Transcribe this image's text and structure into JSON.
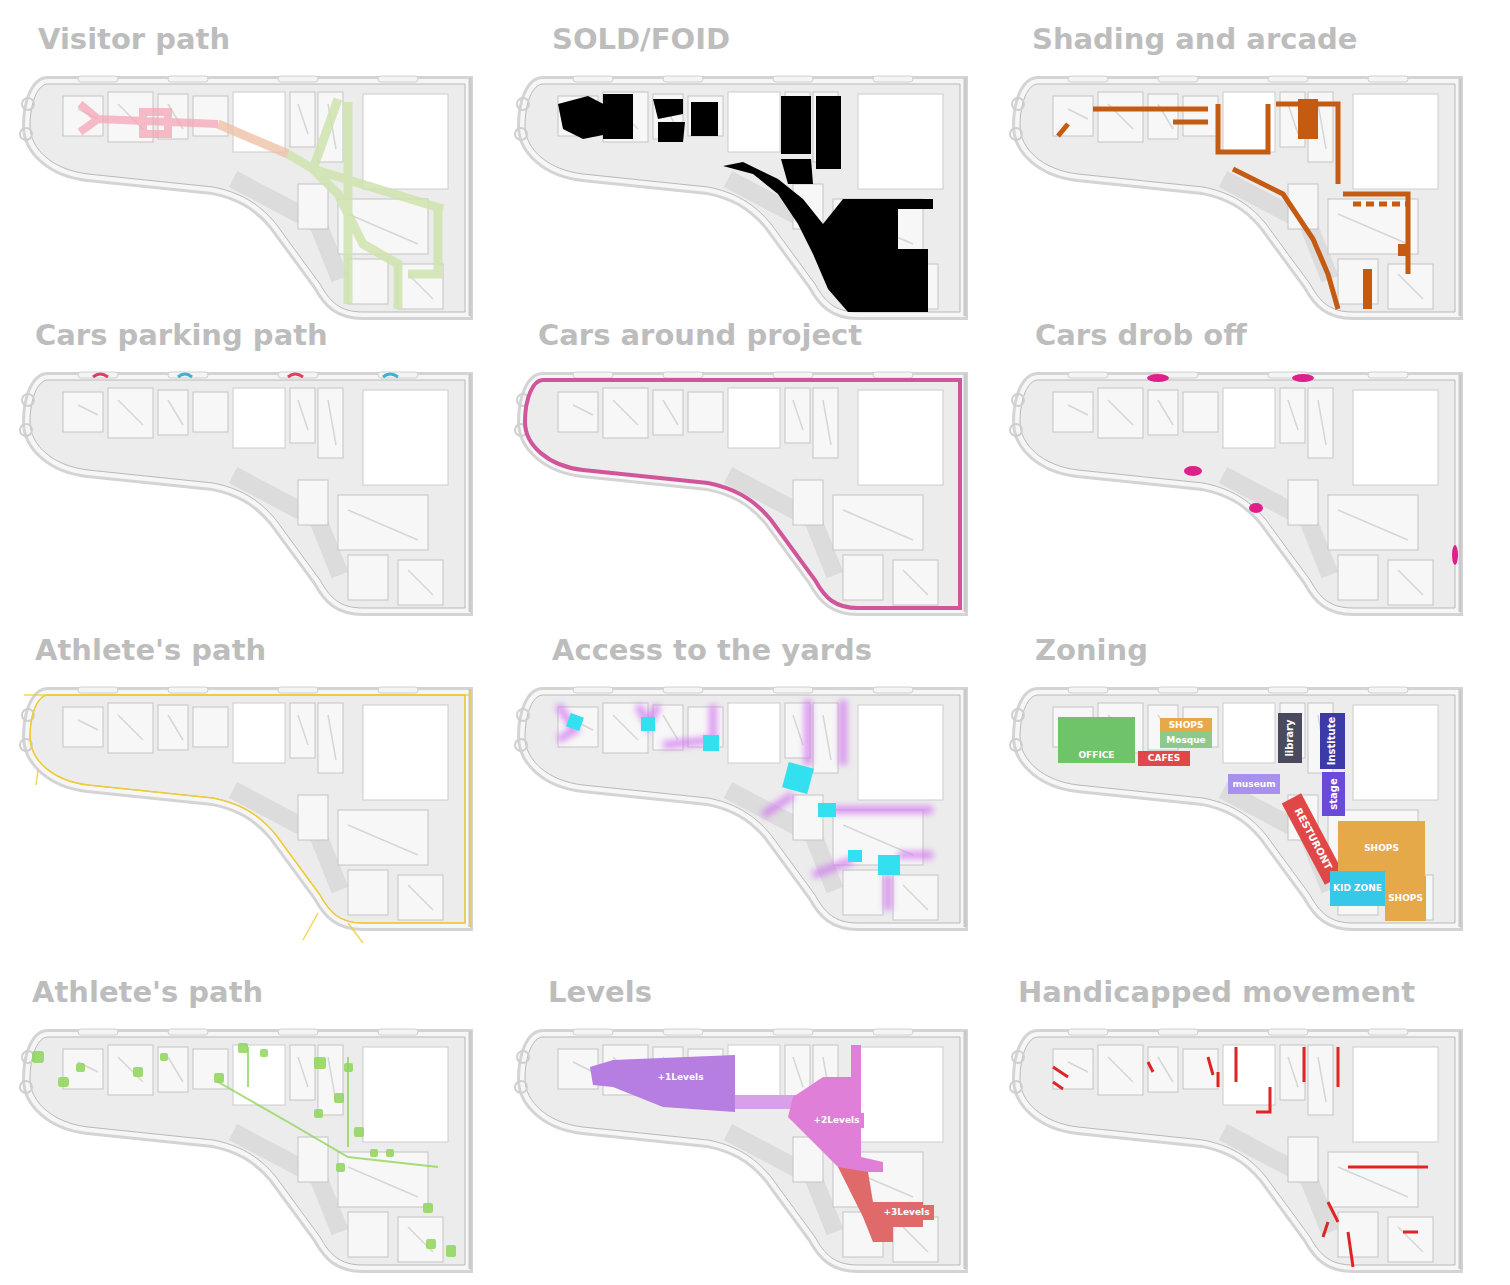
{
  "diagram": {
    "nodes": [
      {
        "text": [
          "Visitor path"
        ]
      },
      {
        "text": [
          "SOLD/FOID"
        ]
      },
      {
        "text": [
          "Shading and arcade"
        ]
      },
      {
        "text": [
          "Cars parking path"
        ]
      },
      {
        "text": [
          "Cars around project"
        ]
      },
      {
        "text": [
          "Cars drob off"
        ]
      },
      {
        "text": [
          "Athlete's path"
        ]
      },
      {
        "text": [
          "Access to the yards"
        ]
      },
      {
        "text": [
          "Zoning"
        ]
      },
      {
        "text": [
          "SHOPS"
        ],
        "in": 8
      },
      {
        "text": [
          "Mosque"
        ],
        "in": 8
      },
      {
        "text": [
          "OFFICE"
        ],
        "in": 8
      },
      {
        "text": [
          "CAFES"
        ],
        "in": 8
      },
      {
        "text": [
          "library"
        ],
        "in": 8
      },
      {
        "text": [
          "Institute"
        ],
        "in": 8
      },
      {
        "text": [
          "stage"
        ],
        "in": 8
      },
      {
        "text": [
          "museum"
        ],
        "in": 8
      },
      {
        "text": [
          "RESTURONT"
        ],
        "in": 8
      },
      {
        "text": [
          "SHOPS"
        ],
        "in": 8
      },
      {
        "text": [
          "KID ZONE"
        ],
        "in": 8
      },
      {
        "text": [
          "SHOPS"
        ],
        "in": 8
      },
      {
        "text": [
          "Athlete's path"
        ]
      },
      {
        "text": [
          "Levels"
        ]
      },
      {
        "text": [
          "+1Levels"
        ],
        "in": 22
      },
      {
        "text": [
          "+2Levels"
        ],
        "in": 22
      },
      {
        "text": [
          "+3Levels"
        ],
        "in": 22
      },
      {
        "text": [
          "Handicapped movement"
        ]
      }
    ]
  }
}
